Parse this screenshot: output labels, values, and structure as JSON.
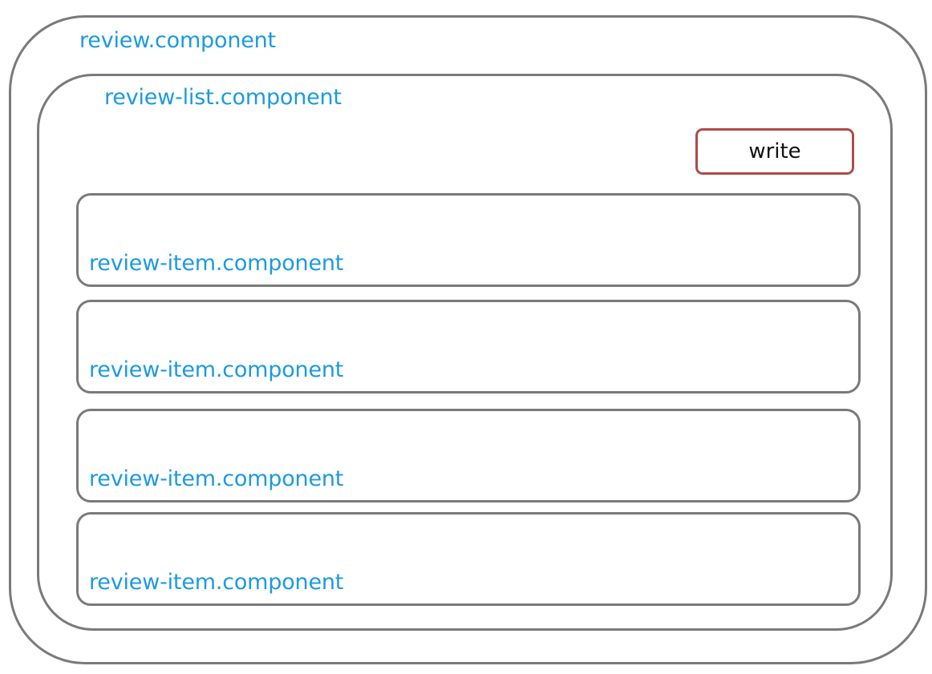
{
  "review_component": {
    "label": "review.component",
    "review_list_component": {
      "label": "review-list.component",
      "write_button": "write",
      "items": [
        {
          "label": "review-item.component"
        },
        {
          "label": "review-item.component"
        },
        {
          "label": "review-item.component"
        },
        {
          "label": "review-item.component"
        }
      ]
    }
  },
  "colors": {
    "label_blue": "#1c9ae0",
    "border_gray": "#7a7a7a",
    "button_border_red": "#b04a4a"
  }
}
